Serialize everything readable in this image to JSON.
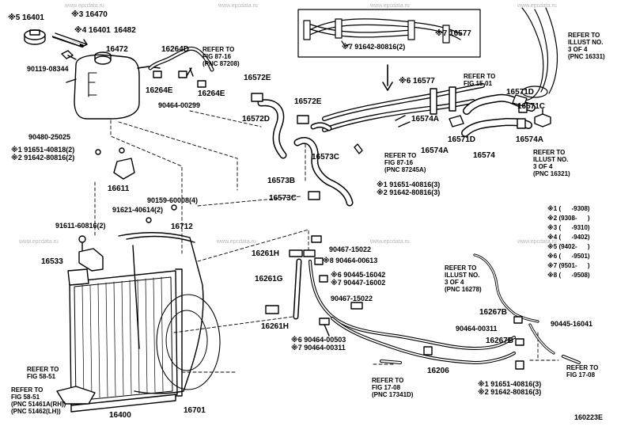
{
  "diagram_code": "160223E",
  "watermark": "www.epcdata.ru",
  "labels": {
    "l16401a": "※5 16401",
    "l16470": "※3 16470",
    "l16401b": "※4 16401",
    "l16482": "16482",
    "l16472": "16472",
    "l90119": "90119-08344",
    "l16264d": "16264D",
    "l16264e_a": "16264E",
    "l16264e_b": "16264E",
    "l90464_299": "90464-00299",
    "l16572e_a": "16572E",
    "l16572e_b": "16572E",
    "l16572d": "16572D",
    "l16577a": "※7 16577",
    "l91642_top": "※7 91642-80816(2)",
    "l16577b": "※6 16577",
    "l16571d_a": "16571D",
    "l16571d_b": "16571D",
    "l16571c": "16571C",
    "l16574a_a": "16574A",
    "l16574a_b": "16574A",
    "l16574": "16574",
    "l16573c_a": "16573C",
    "l16573c_b": "16573C",
    "l16573b": "16573B",
    "l90480": "90480-25025",
    "l91651_a": "※1 91651-40818(2)",
    "l91642_a": "※2 91642-80816(2)",
    "l16611": "16611",
    "l90159": "90159-60008(4)",
    "l91621": "91621-40614(2)",
    "l91611": "91611-60816(2)",
    "l16712": "16712",
    "l16533": "16533",
    "l91651_b": "※1 91651-40816(3)",
    "l91642_b": "※2 91642-80816(3)",
    "l90467_a": "90467-15022",
    "l16261h_a": "16261H",
    "l90464_613": "※8 90464-00613",
    "l90445_042": "※6 90445-16042",
    "l90447": "※7 90447-16002",
    "l16261g": "16261G",
    "l90467_b": "90467-15022",
    "l16261h_b": "16261H",
    "l90464_503": "※6 90464-00503",
    "l90464_311a": "※7 90464-00311",
    "l16267b_a": "16267B",
    "l90464_311b": "90464-00311",
    "l90445_041": "90445-16041",
    "l16267b_b": "16267B",
    "l16206": "16206",
    "l91651_c": "※1 91651-40816(3)",
    "l91642_c": "※2 91642-80816(3)",
    "l16400": "16400",
    "l16701": "16701"
  },
  "refs": {
    "r87208": [
      "REFER TO",
      "FIG 87-16",
      "(PNC 87208)"
    ],
    "r16331": [
      "REFER TO",
      "ILLUST NO.",
      "3 OF 4",
      "(PNC 16331)"
    ],
    "r1501": [
      "REFER TO",
      "FIG 15-01"
    ],
    "r87245": [
      "REFER TO",
      "FIG 87-16",
      "(PNC 87245A)"
    ],
    "r16321": [
      "REFER TO",
      "ILLUST NO.",
      "3 OF 4",
      "(PNC 16321)"
    ],
    "r16278": [
      "REFER TO",
      "ILLUST NO.",
      "3 OF 4",
      "(PNC 16278)"
    ],
    "r5851a": [
      "REFER TO",
      "FIG 58-51"
    ],
    "r5851b": [
      "REFER TO",
      "FIG 58-51",
      "(PNC 51461A(RH))",
      "(PNC 51462(LH))"
    ],
    "r17341": [
      "REFER TO",
      "FIG 17-08",
      "(PNC 17341D)"
    ],
    "r1708": [
      "REFER TO",
      "FIG 17-08"
    ]
  },
  "legend": [
    {
      "mark": "※1",
      "range": "(      -9308)"
    },
    {
      "mark": "※2",
      "range": "(9308-      )"
    },
    {
      "mark": "※3",
      "range": "(      -9310)"
    },
    {
      "mark": "※4",
      "range": "(      -9402)"
    },
    {
      "mark": "※5",
      "range": "(9402-      )"
    },
    {
      "mark": "※6",
      "range": "(      -9501)"
    },
    {
      "mark": "※7",
      "range": "(9501-      )"
    },
    {
      "mark": "※8",
      "range": "(      -9508)"
    }
  ]
}
